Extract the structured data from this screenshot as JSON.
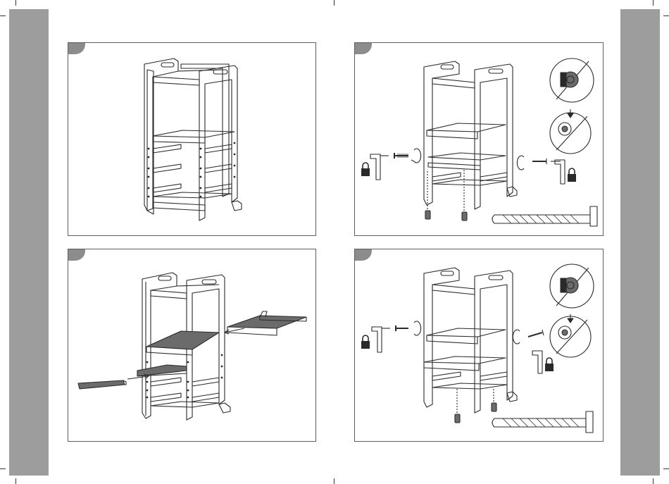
{
  "pages": {
    "left": {
      "color": "#9d9d9d"
    },
    "right": {
      "color": "#9d9d9d"
    }
  },
  "steps": [
    {
      "id": "step-1",
      "figure": "assembled-learning-tower"
    },
    {
      "id": "step-2",
      "figure": "insert-platforms"
    },
    {
      "id": "step-3",
      "figure": "lock-upper-platform-bolts"
    },
    {
      "id": "step-4",
      "figure": "lock-lower-platform-bolts"
    }
  ],
  "icons": [
    "padlock-icon",
    "allen-key-icon",
    "bolt-icon",
    "barrel-nut-icon",
    "screwdriver-icon",
    "rotate-arrow-icon",
    "magnified-knob-icon"
  ],
  "colors": {
    "line": "#2a2a2a",
    "board": "#6b6b6b",
    "tab": "#8c8c8c",
    "border": "#5e5e5e"
  }
}
